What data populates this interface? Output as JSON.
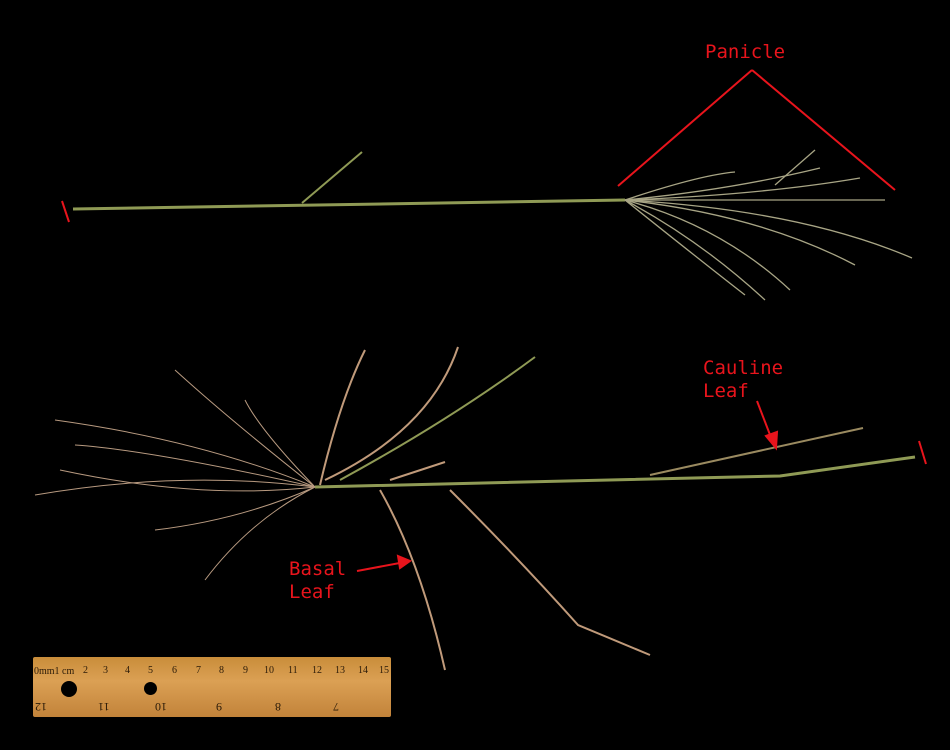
{
  "labels": {
    "panicle": "Panicle",
    "cauline_leaf": "Cauline\nLeaf",
    "basal_leaf": "Basal\nLeaf"
  },
  "ruler": {
    "top_label": "0mm1 cm",
    "top_numbers": [
      "2",
      "3",
      "4",
      "5",
      "6",
      "7",
      "8",
      "9",
      "10",
      "11",
      "12",
      "13",
      "14",
      "15"
    ],
    "bottom_numbers": [
      "12",
      "11",
      "10",
      "9",
      "8",
      "7"
    ]
  },
  "colors": {
    "annotation": "#e8141c",
    "stem": "#8f9a55",
    "root": "#b89a80"
  }
}
